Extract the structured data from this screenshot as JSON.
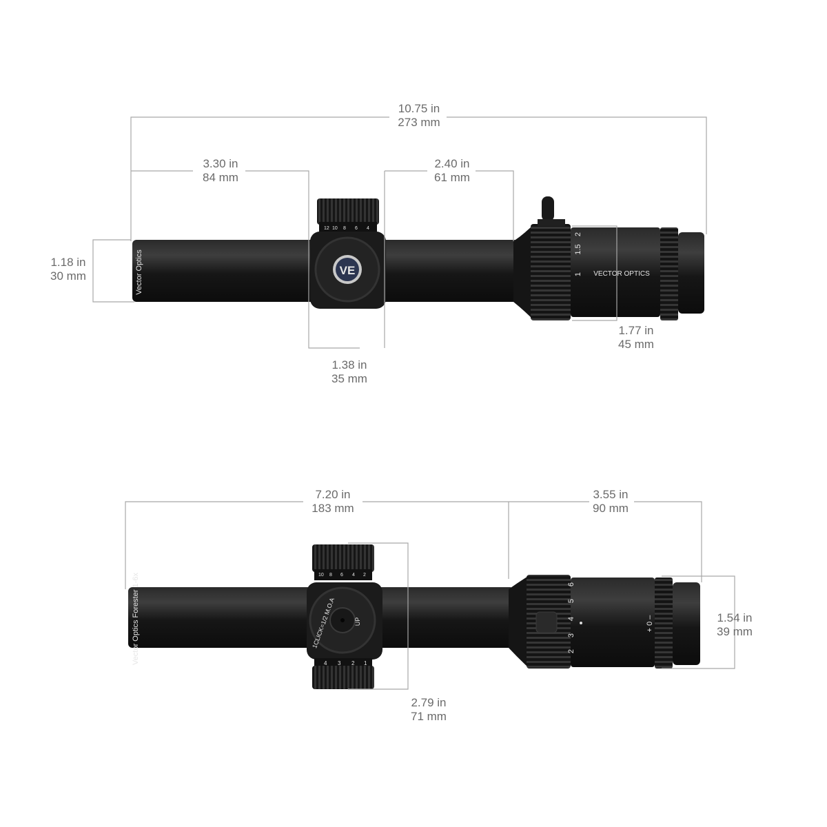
{
  "colors": {
    "dimension_line": "#a8a8a8",
    "label_text": "#6a6a6a",
    "scope_body": "#1c1c1c",
    "logo_badge": "#2c3550"
  },
  "top_view": {
    "dimensions": [
      {
        "id": "overall-length",
        "in": "10.75 in",
        "mm": "273 mm"
      },
      {
        "id": "objective-to-turret",
        "in": "3.30 in",
        "mm": "84 mm"
      },
      {
        "id": "turret-to-eyepiece",
        "in": "2.40 in",
        "mm": "61 mm"
      },
      {
        "id": "tube-diameter",
        "in": "1.18 in",
        "mm": "30 mm"
      },
      {
        "id": "turret-width",
        "in": "1.38 in",
        "mm": "35 mm"
      },
      {
        "id": "eyepiece-diameter",
        "in": "1.77 in",
        "mm": "45 mm"
      }
    ],
    "markings": {
      "tube_brand": "Vector Optics",
      "logo_badge": "VE",
      "body_brand": "VECTOR OPTICS",
      "magnification": [
        "1",
        "1.5",
        "2"
      ],
      "turret_scale": [
        "12",
        "10",
        "8",
        "6",
        "4"
      ]
    }
  },
  "side_view": {
    "dimensions": [
      {
        "id": "objective-to-power-ring",
        "in": "7.20 in",
        "mm": "183 mm"
      },
      {
        "id": "eyepiece-length",
        "in": "3.55 in",
        "mm": "90 mm"
      },
      {
        "id": "turret-height",
        "in": "2.79 in",
        "mm": "71 mm"
      },
      {
        "id": "ocular-diameter",
        "in": "1.54 in",
        "mm": "39 mm"
      }
    ],
    "markings": {
      "tube_brand": "Vector Optics Forester 1-6x",
      "turret_cap": "1CLICK=1/2 M.O.A",
      "turret_dir": "UP",
      "magnification": [
        "2",
        "3",
        "4",
        "5",
        "6"
      ],
      "diopter": "+ 0 –",
      "top_scale": [
        "10",
        "8",
        "6",
        "4",
        "2"
      ],
      "bottom_scale": [
        "4",
        "3",
        "2",
        "1"
      ]
    }
  }
}
